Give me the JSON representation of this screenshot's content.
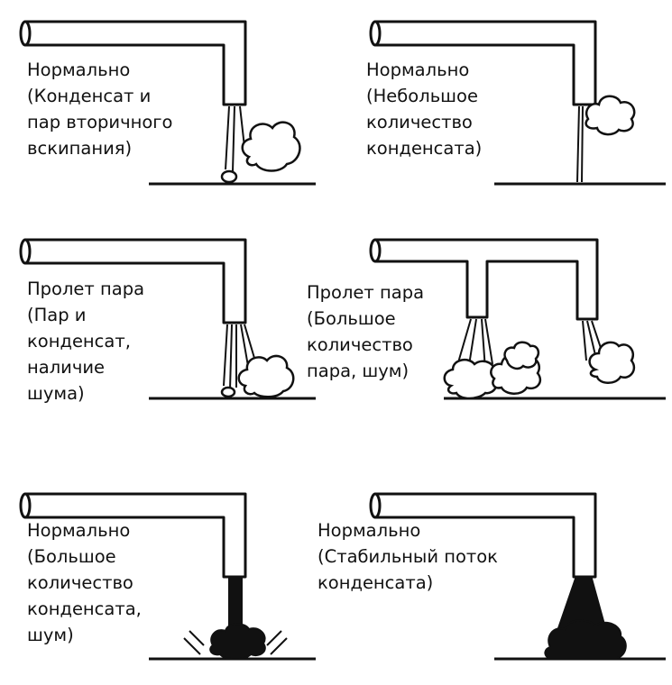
{
  "diagram": {
    "panels": [
      {
        "id": "p1",
        "lines": [
          "Нормально",
          "(Конденсат и",
          "пар вторичного",
          "вскипания)"
        ]
      },
      {
        "id": "p2",
        "lines": [
          "Нормально",
          "(Небольшое",
          "количество",
          "конденсата)"
        ]
      },
      {
        "id": "p3",
        "lines": [
          "Пролет пара",
          "(Пар и",
          "конденсат,",
          "наличие",
          "шума)"
        ]
      },
      {
        "id": "p4",
        "lines": [
          "Пролет пара",
          "(Большое",
          "количество",
          "пара, шум)"
        ]
      },
      {
        "id": "p5",
        "lines": [
          "Нормально",
          "(Большое",
          "количество",
          "конденсата,",
          "шум)"
        ]
      },
      {
        "id": "p6",
        "lines": [
          "Нормально",
          "(Стабильный поток",
          "конденсата)"
        ]
      }
    ]
  }
}
